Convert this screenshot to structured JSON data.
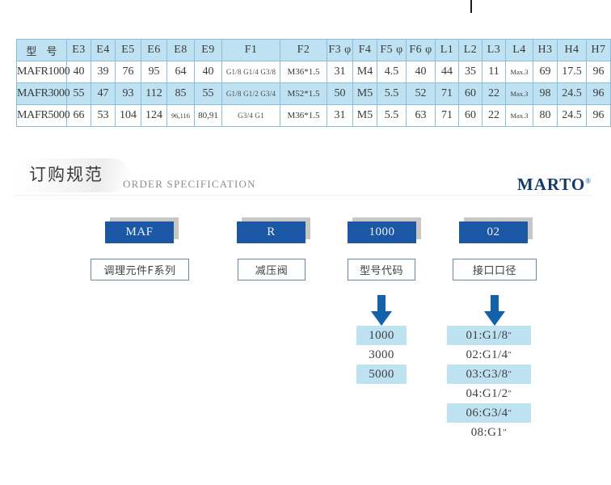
{
  "top_mark": {
    "name": "page-artifact-mark"
  },
  "spec_table": {
    "headers": [
      "型  号",
      "E3",
      "E4",
      "E5",
      "E6",
      "E8",
      "E9",
      "F1",
      "F2",
      "F3 φ",
      "F4",
      "F5 φ",
      "F6 φ",
      "L1",
      "L2",
      "L3",
      "L4",
      "H3",
      "H4",
      "H7"
    ],
    "rows": [
      {
        "highlight": false,
        "cells": [
          "MAFR1000",
          "40",
          "39",
          "76",
          "95",
          "64",
          "40",
          "G1/8 G1/4 G3/8",
          "M36*1.5",
          "31",
          "M4",
          "4.5",
          "40",
          "44",
          "35",
          "11",
          "Max.3",
          "69",
          "17.5",
          "96"
        ]
      },
      {
        "highlight": true,
        "cells": [
          "MAFR3000",
          "55",
          "47",
          "93",
          "112",
          "85",
          "55",
          "G1/8 G1/2 G3/4",
          "M52*1.5",
          "50",
          "M5",
          "5.5",
          "52",
          "71",
          "60",
          "22",
          "Max.3",
          "98",
          "24.5",
          "96"
        ]
      },
      {
        "highlight": false,
        "cells": [
          "MAFR5000",
          "66",
          "53",
          "104",
          "124",
          "96,116",
          "80,91",
          "G3/4 G1",
          "M36*1.5",
          "31",
          "M5",
          "5.5",
          "63",
          "71",
          "60",
          "22",
          "Max.3",
          "80",
          "24.5",
          "96"
        ]
      }
    ]
  },
  "section": {
    "title_cn": "订购规范",
    "title_en": "ORDER SPECIFICATION",
    "brand": "MARTO",
    "brand_mark": "®"
  },
  "code_boxes": [
    {
      "code": "MAF",
      "label": "调理元件F系列"
    },
    {
      "code": "R",
      "label": "减压阀"
    },
    {
      "code": "1000",
      "label": "型号代码"
    },
    {
      "code": "02",
      "label": "接口口径"
    }
  ],
  "option_lists": [
    {
      "name": "model-code-options",
      "options": [
        {
          "text": "1000",
          "highlight": true
        },
        {
          "text": "3000",
          "highlight": false
        },
        {
          "text": "5000",
          "highlight": true
        }
      ]
    },
    {
      "name": "port-size-options",
      "options": [
        {
          "text": "01:G1/8",
          "unit": "″",
          "highlight": true
        },
        {
          "text": "02:G1/4",
          "unit": "″",
          "highlight": false
        },
        {
          "text": "03:G3/8",
          "unit": "″",
          "highlight": true
        },
        {
          "text": "04:G1/2",
          "unit": "″",
          "highlight": false
        },
        {
          "text": "06:G3/4",
          "unit": "″",
          "highlight": true
        },
        {
          "text": "08:G1",
          "unit": "″",
          "highlight": false
        }
      ]
    }
  ],
  "colors": {
    "table_header_blue": "#bfe2f2",
    "table_border": "#8fbcd8",
    "code_box_blue": "#1b57a5",
    "code_box_shadow": "#c9c7c2",
    "arrow_blue": "#1161ab",
    "brand_navy": "#133a6b",
    "label_border": "#6b86a8"
  }
}
